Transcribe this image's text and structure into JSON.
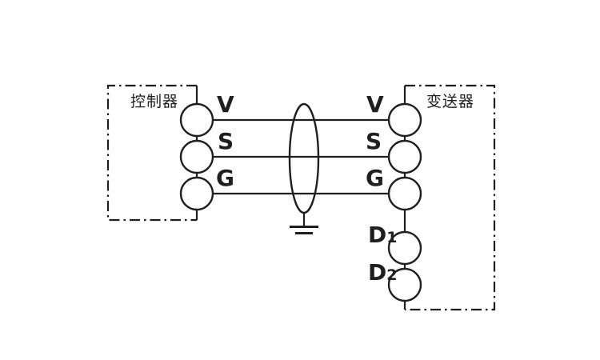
{
  "controller": {
    "label": "控制器",
    "terminals": [
      {
        "label": "V"
      },
      {
        "label": "S"
      },
      {
        "label": "G"
      }
    ]
  },
  "transmitter": {
    "label": "变送器",
    "terminals": [
      {
        "label": "V"
      },
      {
        "label": "S"
      },
      {
        "label": "G"
      },
      {
        "label": "D",
        "sub": "1"
      },
      {
        "label": "D",
        "sub": "2"
      }
    ]
  },
  "cable": {
    "shield_icon": "cable-shield-ellipse",
    "ground_icon": "earth-ground"
  },
  "colors": {
    "line": "#1f1f1f",
    "text": "#1f1f1f",
    "background": "#fefefe"
  }
}
